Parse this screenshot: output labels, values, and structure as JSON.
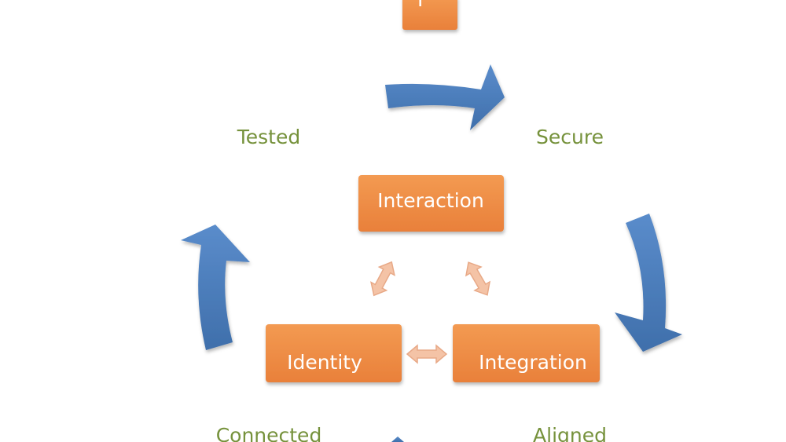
{
  "diagram": {
    "top_box": {
      "label": "I"
    },
    "nodes": {
      "interaction": "Interaction",
      "identity": "Identity",
      "integration": "Integration"
    },
    "qualities": {
      "tested": "Tested",
      "secure": "Secure",
      "connected": "Connected",
      "aligned": "Aligned"
    }
  },
  "colors": {
    "orange_box": "#ef8c3f",
    "orange_box_border": "#e07a2b",
    "blue_arrow": "#4f81bd",
    "blue_arrow_dark": "#3a6699",
    "green_text": "#76923c",
    "peach_arrow": "#f4c3a6",
    "peach_arrow_border": "#e8a987"
  }
}
